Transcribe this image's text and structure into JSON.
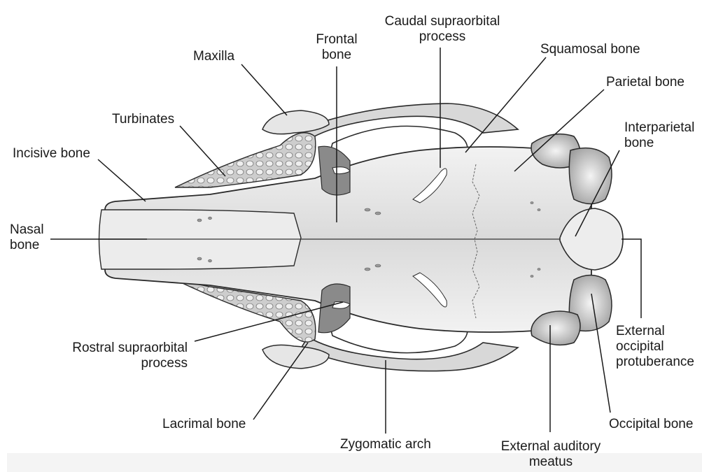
{
  "labels": {
    "maxilla": "Maxilla",
    "frontal_bone": [
      "Frontal",
      "bone"
    ],
    "caudal_supraorbital_process": [
      "Caudal supraorbital",
      "process"
    ],
    "squamosal_bone": "Squamosal bone",
    "parietal_bone": "Parietal bone",
    "interparietal_bone": [
      "Interparietal",
      "bone"
    ],
    "turbinates": "Turbinates",
    "incisive_bone": "Incisive bone",
    "nasal_bone": [
      "Nasal",
      "bone"
    ],
    "rostral_supraorbital_process": [
      "Rostral supraorbital",
      "process"
    ],
    "lacrimal_bone": "Lacrimal bone",
    "zygomatic_arch": "Zygomatic arch",
    "external_auditory_meatus": [
      "External auditory",
      "meatus"
    ],
    "external_occipital_protuberance": [
      "External",
      "occipital",
      "protuberance"
    ],
    "occipital_bone": "Occipital bone"
  },
  "colors": {
    "bone_light": "#eeeeee",
    "bone_mid": "#cfcfcf",
    "bone_dark": "#8a8a8a",
    "outline": "#2a2a2a",
    "leader": "#1a1a1a"
  }
}
